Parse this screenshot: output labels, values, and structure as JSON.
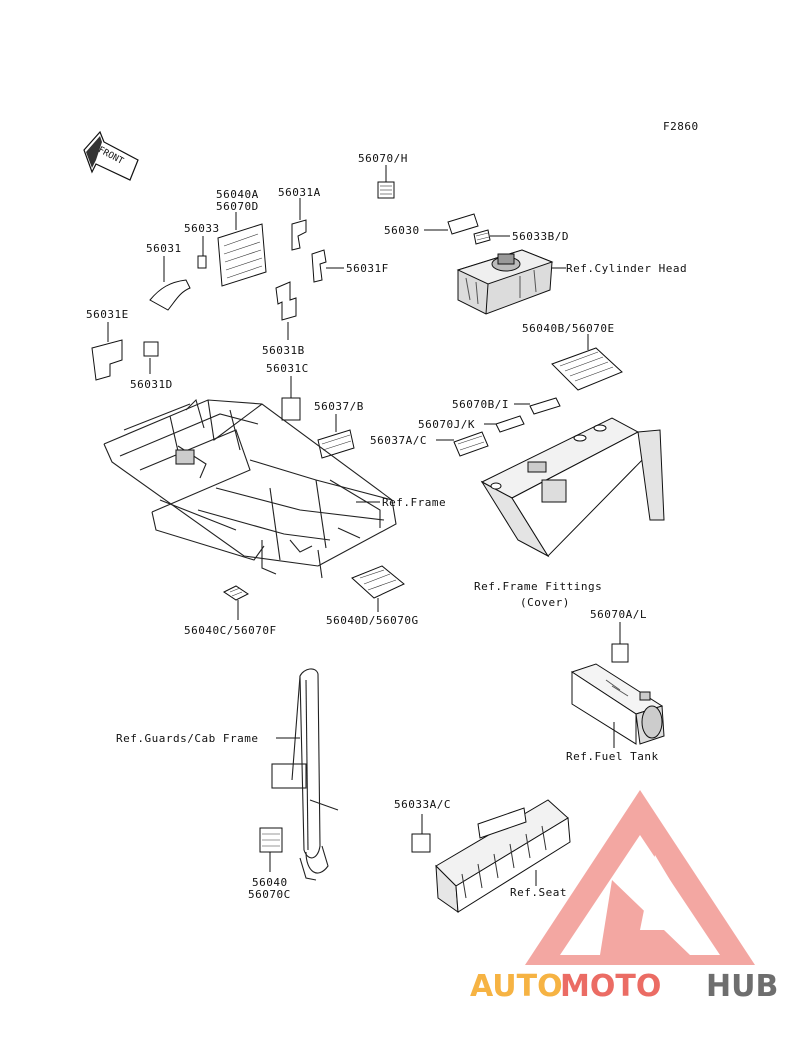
{
  "figure_code": "F2860",
  "front_label": "FRONT",
  "labels": {
    "l_56070H": "56070/H",
    "l_56040A": "56040A",
    "l_56070D": "56070D",
    "l_56031A": "56031A",
    "l_56033": "56033",
    "l_56031": "56031",
    "l_56031F": "56031F",
    "l_56030": "56030",
    "l_56033BD": "56033B/D",
    "l_refcyl": "Ref.Cylinder Head",
    "l_56031E": "56031E",
    "l_56031B": "56031B",
    "l_56031D": "56031D",
    "l_56040B": "56040B/56070E",
    "l_56031C": "56031C",
    "l_56037B": "56037/B",
    "l_56070BI": "56070B/I",
    "l_56070JK": "56070J/K",
    "l_56037AC": "56037A/C",
    "l_refframe": "Ref.Frame",
    "l_reffit1": "Ref.Frame Fittings",
    "l_reffit2": "(Cover)",
    "l_56070AL": "56070A/L",
    "l_56040C": "56040C/56070F",
    "l_56040D": "56040D/56070G",
    "l_refguards": "Ref.Guards/Cab Frame",
    "l_reffuel": "Ref.Fuel Tank",
    "l_56033AC": "56033A/C",
    "l_56040": "56040",
    "l_56070C": "56070C",
    "l_refseat": "Ref.Seat"
  },
  "watermark": {
    "part1": "AUTO",
    "part2": "MOTO",
    "part3": "HUB",
    "color1": "#f5a623",
    "color2": "#e8534a",
    "color3": "#555555",
    "logo_color": "#f08080"
  }
}
